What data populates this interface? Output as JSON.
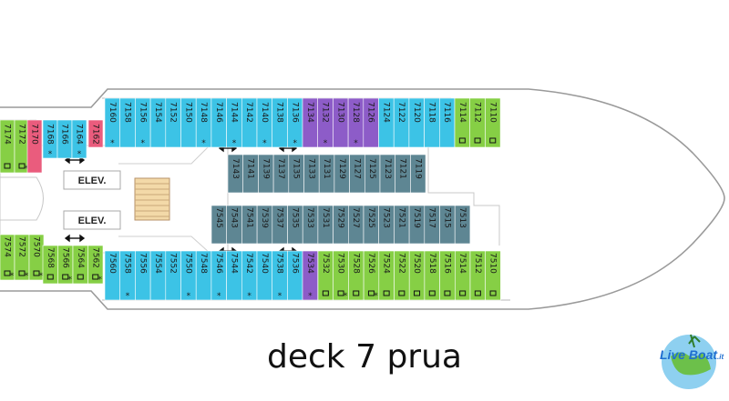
{
  "caption": "deck 7 prua",
  "logo": {
    "text": "Live Boat",
    "suffix": ".it"
  },
  "elevators": [
    {
      "id": "elev-upper",
      "label": "ELEV."
    },
    {
      "id": "elev-lower",
      "label": "ELEV."
    }
  ],
  "colors": {
    "cyan": "#3cc3e6",
    "purple": "#8d5cc8",
    "green": "#86cf45",
    "pink": "#ea5c7d",
    "slate": "#5e8693",
    "hull": "#9a9a9a"
  },
  "sections": [
    {
      "group": "upper-green-left",
      "color": "green",
      "direction": "up",
      "cabins": [
        {
          "n": "7174",
          "mark": "bed"
        },
        {
          "n": "7172",
          "mark": "bed*"
        }
      ]
    },
    {
      "group": "upper-pink",
      "color": "pink",
      "direction": "up",
      "cabins": [
        {
          "n": "7170",
          "mark": ""
        }
      ]
    },
    {
      "group": "upper-cyan-aft",
      "color": "cyan",
      "direction": "up",
      "cabins": [
        {
          "n": "7168",
          "mark": "*"
        },
        {
          "n": "7166",
          "mark": ""
        },
        {
          "n": "7164",
          "mark": "*"
        }
      ]
    },
    {
      "group": "upper-pink-small",
      "color": "pink",
      "direction": "up",
      "cabins": [
        {
          "n": "7162",
          "mark": ""
        }
      ]
    },
    {
      "group": "upper-cyan",
      "color": "cyan",
      "direction": "up",
      "cabins": [
        {
          "n": "7160",
          "mark": "*"
        },
        {
          "n": "7158",
          "mark": ""
        },
        {
          "n": "7156",
          "mark": "*"
        },
        {
          "n": "7154",
          "mark": ""
        },
        {
          "n": "7152",
          "mark": ""
        },
        {
          "n": "7150",
          "mark": ""
        },
        {
          "n": "7148",
          "mark": "*"
        },
        {
          "n": "7146",
          "mark": ""
        },
        {
          "n": "7144",
          "mark": "*"
        },
        {
          "n": "7142",
          "mark": ""
        },
        {
          "n": "7140",
          "mark": "*"
        },
        {
          "n": "7138",
          "mark": ""
        },
        {
          "n": "7136",
          "mark": "*"
        }
      ]
    },
    {
      "group": "upper-purple",
      "color": "purple",
      "direction": "up",
      "cabins": [
        {
          "n": "7134",
          "mark": ""
        },
        {
          "n": "7132",
          "mark": "*"
        },
        {
          "n": "7130",
          "mark": ""
        },
        {
          "n": "7128",
          "mark": "*"
        },
        {
          "n": "7126",
          "mark": ""
        }
      ]
    },
    {
      "group": "upper-cyan-fwd",
      "color": "cyan",
      "direction": "up",
      "cabins": [
        {
          "n": "7124",
          "mark": ""
        },
        {
          "n": "7122",
          "mark": ""
        },
        {
          "n": "7120",
          "mark": ""
        },
        {
          "n": "7118",
          "mark": ""
        },
        {
          "n": "7116",
          "mark": ""
        }
      ]
    },
    {
      "group": "upper-green",
      "color": "green",
      "direction": "up",
      "cabins": [
        {
          "n": "7114",
          "mark": "bed"
        },
        {
          "n": "7112",
          "mark": "bed"
        },
        {
          "n": "7110",
          "mark": "bed"
        }
      ]
    },
    {
      "group": "inner-upper",
      "color": "slate",
      "direction": "up",
      "cabins": [
        {
          "n": "7143"
        },
        {
          "n": "7141"
        },
        {
          "n": "7139"
        },
        {
          "n": "7137"
        },
        {
          "n": "7135"
        },
        {
          "n": "7133"
        },
        {
          "n": "7131"
        },
        {
          "n": "7129"
        },
        {
          "n": "7127"
        },
        {
          "n": "7125"
        },
        {
          "n": "7123"
        },
        {
          "n": "7121"
        },
        {
          "n": "7119"
        }
      ]
    },
    {
      "group": "inner-lower",
      "color": "slate",
      "direction": "down",
      "cabins": [
        {
          "n": "7545"
        },
        {
          "n": "7543"
        },
        {
          "n": "7541"
        },
        {
          "n": "7539"
        },
        {
          "n": "7537"
        },
        {
          "n": "7535"
        },
        {
          "n": "7533"
        },
        {
          "n": "7531"
        },
        {
          "n": "7529"
        },
        {
          "n": "7527"
        },
        {
          "n": "7525"
        },
        {
          "n": "7523"
        },
        {
          "n": "7521"
        },
        {
          "n": "7519"
        },
        {
          "n": "7517"
        },
        {
          "n": "7515"
        },
        {
          "n": "7513"
        }
      ]
    },
    {
      "group": "lower-green-left",
      "color": "green",
      "direction": "down",
      "cabins": [
        {
          "n": "7574",
          "mark": "bed*"
        },
        {
          "n": "7572",
          "mark": "bed*"
        },
        {
          "n": "7570",
          "mark": "bed*"
        }
      ]
    },
    {
      "group": "lower-green-aft",
      "color": "green",
      "direction": "down",
      "cabins": [
        {
          "n": "7568",
          "mark": "bed"
        },
        {
          "n": "7566",
          "mark": "bed*"
        },
        {
          "n": "7564",
          "mark": "bed"
        },
        {
          "n": "7562",
          "mark": "bed*"
        }
      ]
    },
    {
      "group": "lower-cyan",
      "color": "cyan",
      "direction": "down",
      "cabins": [
        {
          "n": "7560",
          "mark": ""
        },
        {
          "n": "7558",
          "mark": "*"
        },
        {
          "n": "7556",
          "mark": ""
        },
        {
          "n": "7554",
          "mark": ""
        },
        {
          "n": "7552",
          "mark": ""
        },
        {
          "n": "7550",
          "mark": "*"
        },
        {
          "n": "7548",
          "mark": ""
        },
        {
          "n": "7546",
          "mark": "*"
        },
        {
          "n": "7544",
          "mark": ""
        },
        {
          "n": "7542",
          "mark": "*"
        },
        {
          "n": "7540",
          "mark": ""
        },
        {
          "n": "7538",
          "mark": "*"
        },
        {
          "n": "7536",
          "mark": ""
        }
      ]
    },
    {
      "group": "lower-purple",
      "color": "purple",
      "direction": "down",
      "cabins": [
        {
          "n": "7534",
          "mark": "*"
        }
      ]
    },
    {
      "group": "lower-green",
      "color": "green",
      "direction": "down",
      "cabins": [
        {
          "n": "7532",
          "mark": "bed"
        },
        {
          "n": "7530",
          "mark": "bed*"
        },
        {
          "n": "7528",
          "mark": "bed"
        },
        {
          "n": "7526",
          "mark": "bed*"
        },
        {
          "n": "7524",
          "mark": "bed"
        },
        {
          "n": "7522",
          "mark": "bed"
        },
        {
          "n": "7520",
          "mark": "bed"
        },
        {
          "n": "7518",
          "mark": "bed"
        },
        {
          "n": "7516",
          "mark": "bed"
        },
        {
          "n": "7514",
          "mark": "bed"
        },
        {
          "n": "7512",
          "mark": "bed"
        },
        {
          "n": "7510",
          "mark": "bed"
        }
      ]
    }
  ]
}
